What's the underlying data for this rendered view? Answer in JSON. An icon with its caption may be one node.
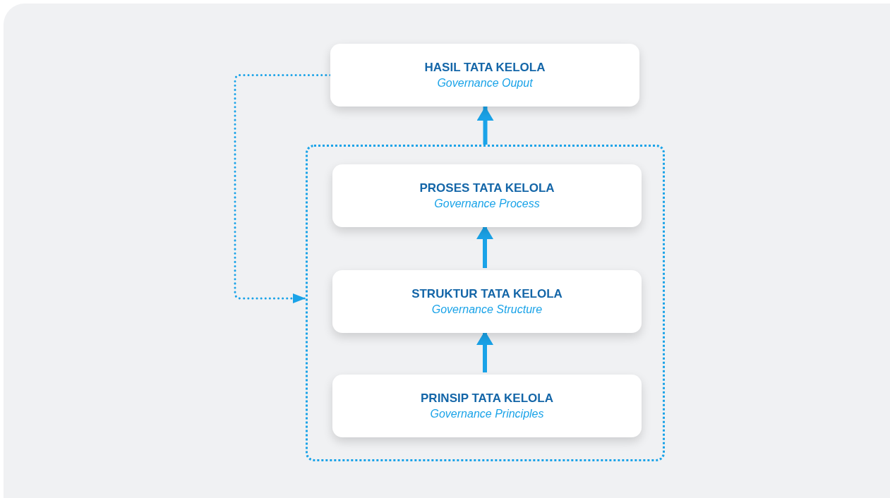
{
  "diagram": {
    "nodes": [
      {
        "text": [
          "HASIL TATA KELOLA",
          "Governance Ouput"
        ]
      },
      {
        "text": [],
        "shape": "box"
      },
      {
        "text": [
          "PROSES TATA KELOLA",
          "Governance Process"
        ],
        "in": 1
      },
      {
        "text": [
          "STRUKTUR TATA KELOLA",
          "Governance Structure"
        ],
        "in": 1
      },
      {
        "text": [
          "PRINSIP TATA KELOLA",
          "Governance Principles"
        ],
        "in": 1
      }
    ],
    "edges": [
      {
        "from": 4,
        "to": 3,
        "arrow": "to"
      },
      {
        "from": 3,
        "to": 2,
        "arrow": "to"
      },
      {
        "from": 1,
        "to": 0,
        "arrow": "to"
      },
      {
        "from": 0,
        "to": 1,
        "arrow": "to",
        "style": "dashed"
      }
    ]
  }
}
